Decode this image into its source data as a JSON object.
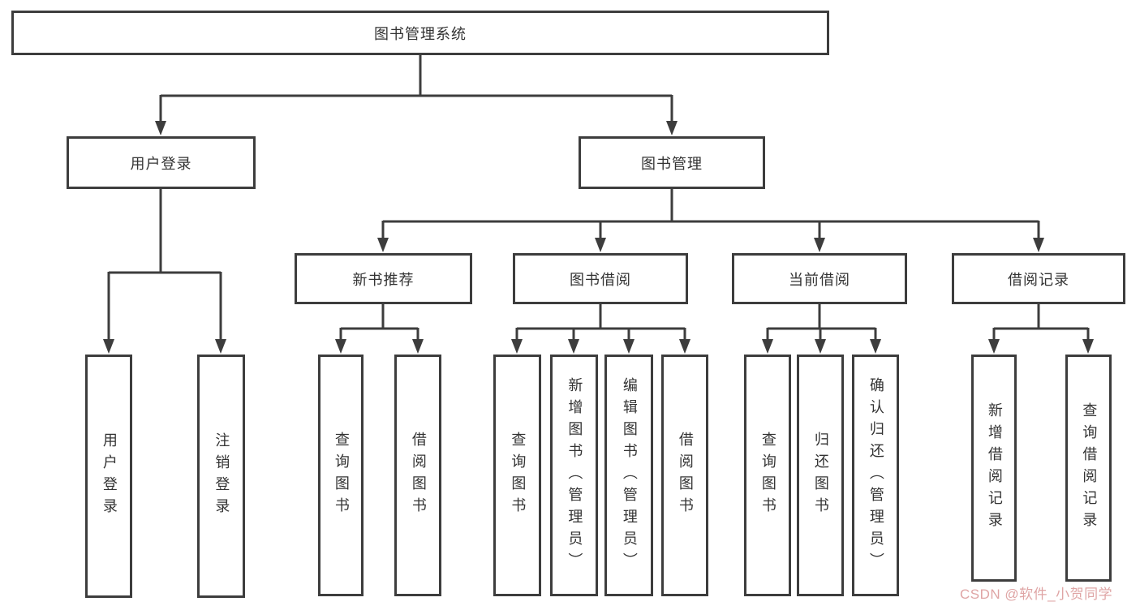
{
  "diagram": {
    "title_node": {
      "label": "图书管理系统"
    },
    "level2": [
      {
        "label": "用户登录"
      },
      {
        "label": "图书管理"
      }
    ],
    "level3": [
      {
        "label": "新书推荐"
      },
      {
        "label": "图书借阅"
      },
      {
        "label": "当前借阅"
      },
      {
        "label": "借阅记录"
      }
    ],
    "leaves": {
      "login": [
        {
          "label": "用户登录"
        },
        {
          "label": "注销登录"
        }
      ],
      "newbook": [
        {
          "label": "查询图书"
        },
        {
          "label": "借阅图书"
        }
      ],
      "borrow": [
        {
          "label": "查询图书"
        },
        {
          "label": "新增图书（管理员）"
        },
        {
          "label": "编辑图书（管理员）"
        },
        {
          "label": "借阅图书"
        }
      ],
      "current": [
        {
          "label": "查询图书"
        },
        {
          "label": "归还图书"
        },
        {
          "label": "确认归还（管理员）"
        }
      ],
      "records": [
        {
          "label": "新增借阅记录"
        },
        {
          "label": "查询借阅记录"
        }
      ]
    },
    "watermark": "CSDN @软件_小贺同学",
    "colors": {
      "line": "#3d3d3d",
      "text": "#333333",
      "watermark": "#dfa5a5",
      "background": "#ffffff"
    }
  }
}
